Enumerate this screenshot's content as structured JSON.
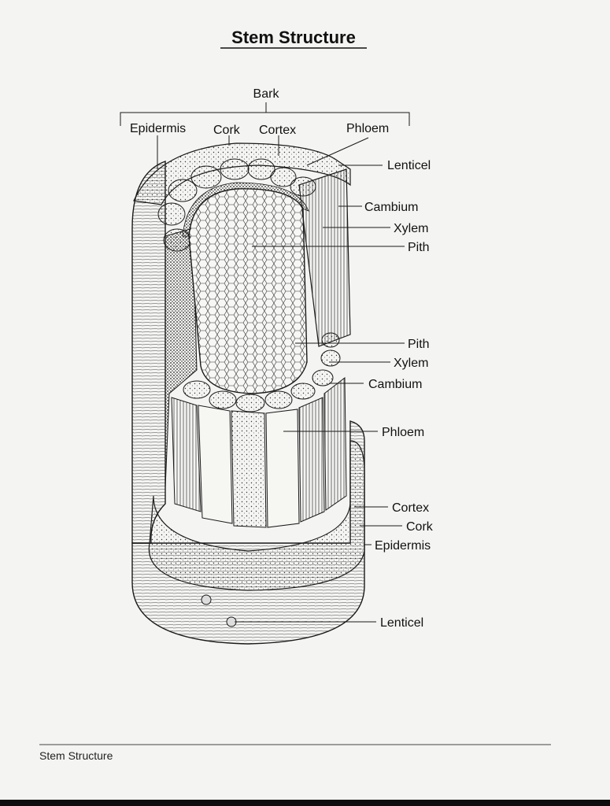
{
  "title": "Stem Structure",
  "footer": "Stem Structure",
  "labels": {
    "bark": "Bark",
    "epidermis_top": "Epidermis",
    "cork_top": "Cork",
    "cortex_top": "Cortex",
    "phloem_top": "Phloem",
    "lenticel_top": "Lenticel",
    "cambium_upper": "Cambium",
    "xylem_upper": "Xylem",
    "pith_upper": "Pith",
    "pith_lower": "Pith",
    "xylem_lower": "Xylem",
    "cambium_lower": "Cambium",
    "phloem_lower": "Phloem",
    "cortex_lower": "Cortex",
    "cork_lower": "Cork",
    "epidermis_lower": "Epidermis",
    "lenticel_lower": "Lenticel"
  },
  "colors": {
    "paper": "#f4f4f2",
    "ink": "#1a1a1a",
    "bottom_bar": "#0d0d0d"
  }
}
